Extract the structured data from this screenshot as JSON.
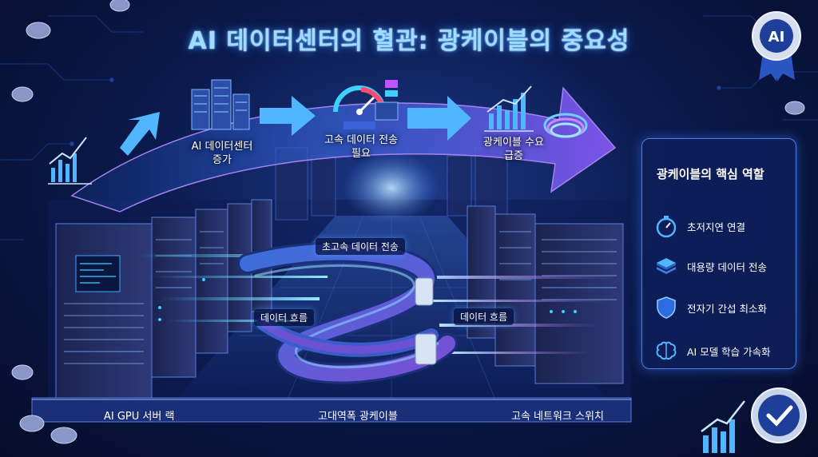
{
  "title": "AI 데이터센터의 혈관: 광케이블의 중요성",
  "flow_steps": [
    {
      "line1": "AI 데이터센터",
      "line2": "증가"
    },
    {
      "line1": "고속 데이터 전송",
      "line2": "필요"
    },
    {
      "line1": "광케이블 수요",
      "line2": "급증"
    }
  ],
  "cable_labels": {
    "top": "초고속 데이터 전송",
    "left": "데이터 흐름",
    "right": "데이터 흐름"
  },
  "bottom_labels": {
    "left": "AI GPU 서버 랙",
    "center": "고대역폭 광케이블",
    "right": "고속 네트워크 스위치"
  },
  "panel": {
    "title": "광케이블의 핵심 역할",
    "items": [
      {
        "label": "초저지연 연결",
        "icon": "stopwatch-icon"
      },
      {
        "label": "대용량 데이터 전송",
        "icon": "layers-icon"
      },
      {
        "label": "전자기 간섭 최소화",
        "icon": "shield-icon"
      },
      {
        "label": "AI 모델 학습 가속화",
        "icon": "brain-icon"
      }
    ]
  },
  "badge": {
    "text": "AI"
  },
  "colors": {
    "title": "#9fdcff",
    "accent": "#3fa9ff",
    "arrow": "#7a5cff",
    "panel": "#0e1e5a"
  }
}
